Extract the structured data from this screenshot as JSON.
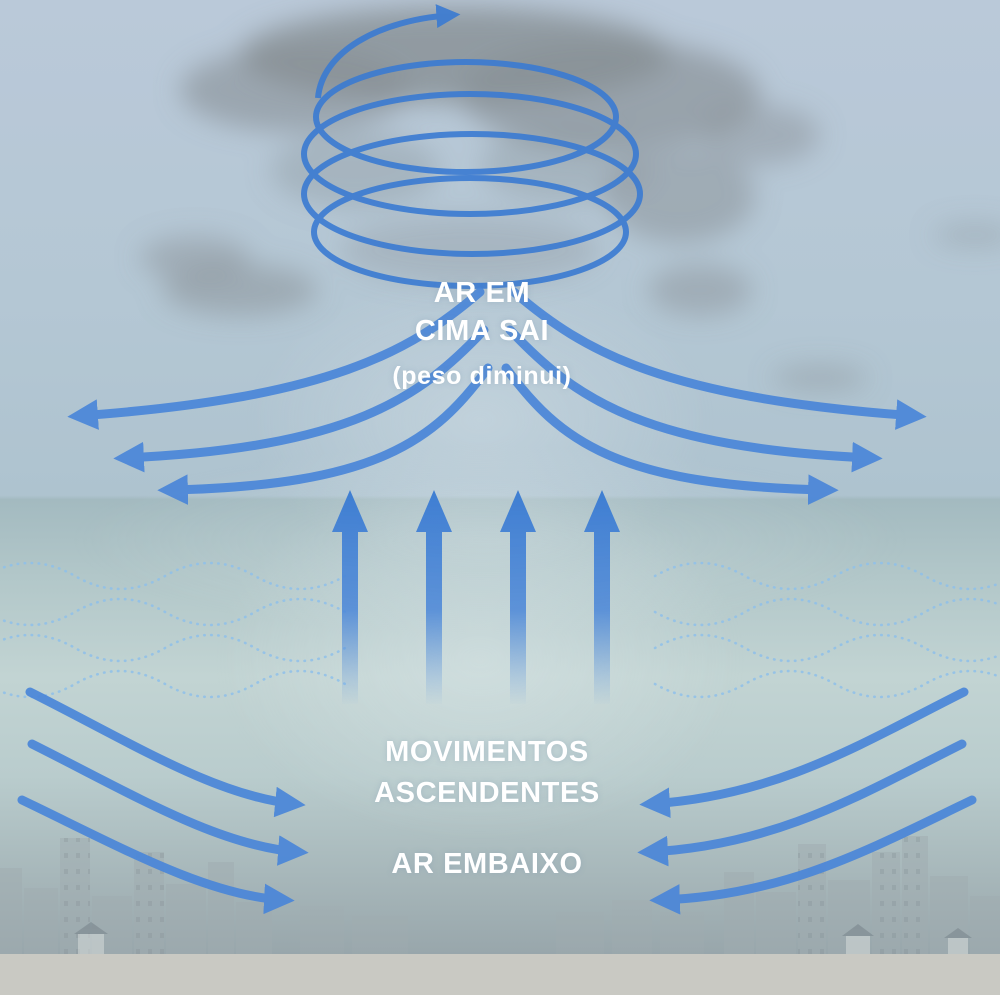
{
  "labels": {
    "air_above": {
      "line1": "AR EM",
      "line2": "CIMA SAI",
      "line3": "(peso diminui)"
    },
    "ascending": {
      "line1": "MOVIMENTOS",
      "line2": "ASCENDENTES"
    },
    "air_below": {
      "line1": "AR EMBAIXO"
    }
  },
  "colors": {
    "arrow_blue": "#4a86d8",
    "spiral_blue": "#3a7ad2",
    "ascending_arrow_blue": "#3f7ed2",
    "dotted_wave_blue": "#8fc0ea",
    "cloud_gray": "#878f94",
    "skyline_gray": "#a0abb0",
    "ground_gray": "#c9c9c3",
    "label_text": "#ffffff"
  }
}
